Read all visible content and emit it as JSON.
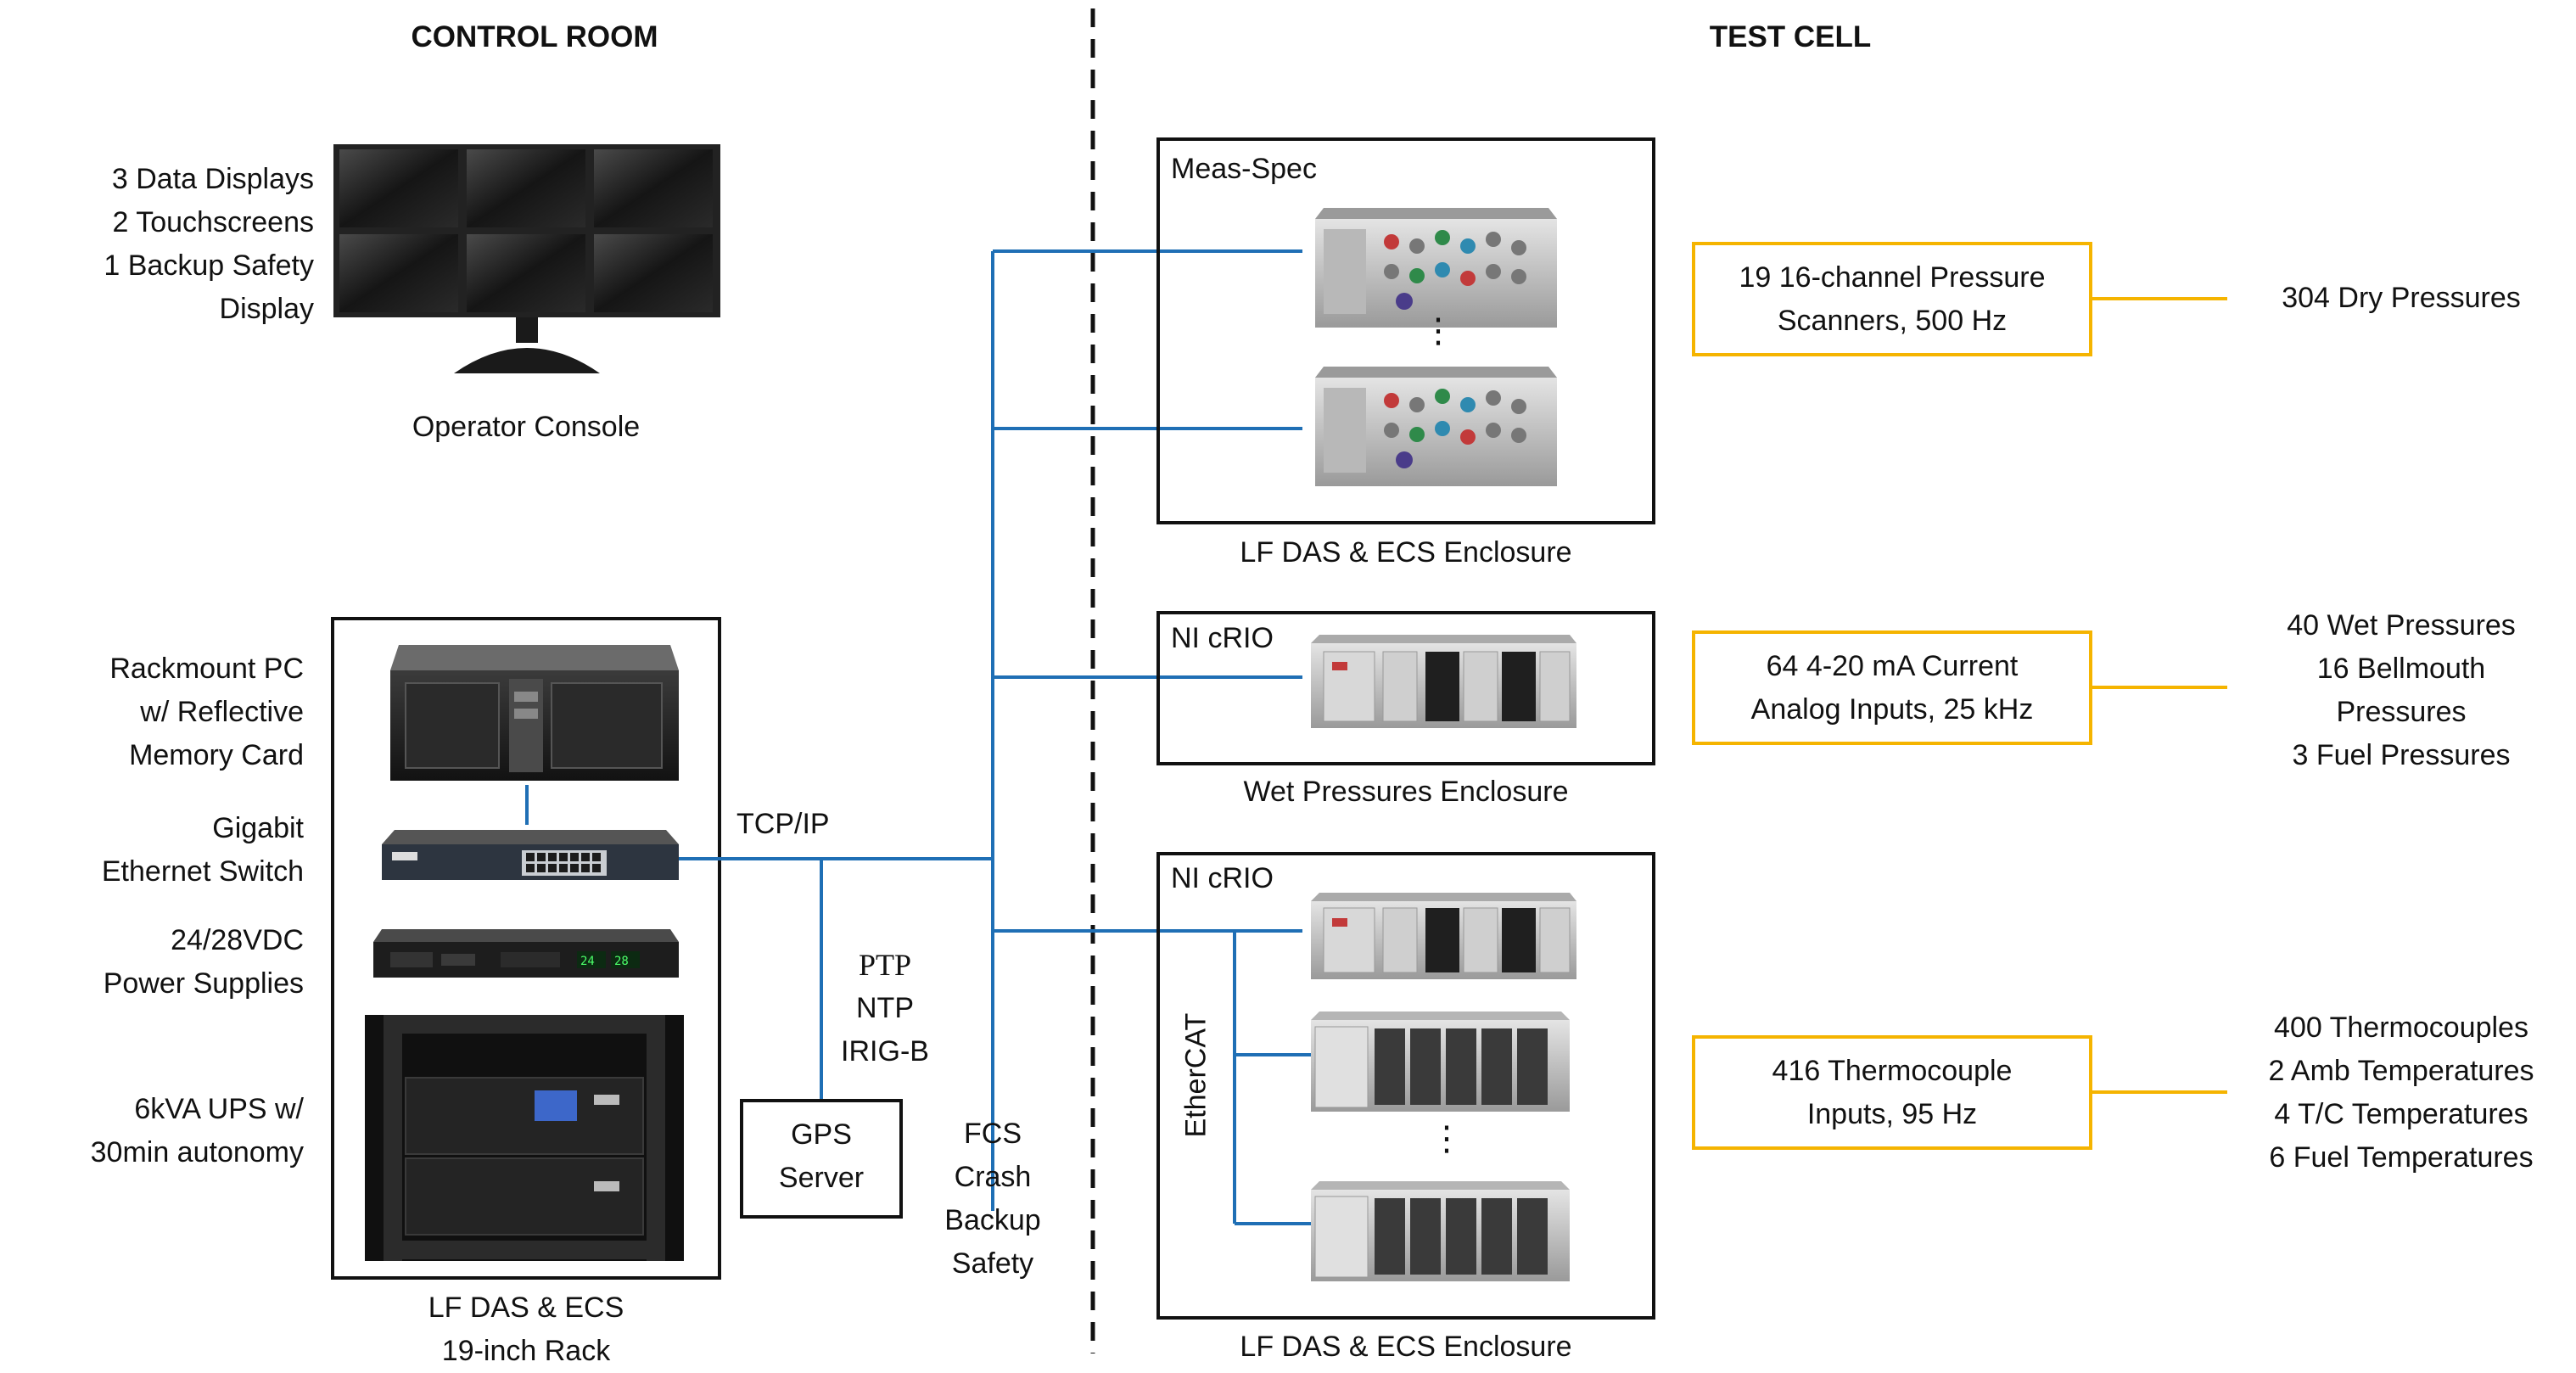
{
  "sections": {
    "control_room": "CONTROL ROOM",
    "test_cell": "TEST CELL"
  },
  "control_room": {
    "operator_console": {
      "caption": "Operator Console",
      "lines": [
        "3 Data Displays",
        "2 Touchscreens",
        "1 Backup Safety",
        "Display"
      ]
    },
    "rack": {
      "caption_lines": [
        "LF DAS & ECS",
        "19-inch Rack"
      ],
      "items": [
        {
          "lines": [
            "Rackmount PC",
            "w/ Reflective",
            "Memory Card"
          ]
        },
        {
          "lines": [
            "Gigabit",
            "Ethernet Switch"
          ]
        },
        {
          "lines": [
            "24/28VDC",
            "Power Supplies"
          ]
        },
        {
          "lines": [
            "6kVA UPS w/",
            "30min autonomy"
          ]
        }
      ]
    },
    "tcp_ip": "TCP/IP",
    "time_sync": [
      "PTP",
      "NTP",
      "IRIG-B"
    ],
    "gps_server": [
      "GPS",
      "Server"
    ],
    "fcs": [
      "FCS",
      "Crash",
      "Backup",
      "Safety"
    ]
  },
  "test_cell": {
    "meas_spec": {
      "label": "Meas-Spec",
      "caption": "LF DAS & ECS Enclosure",
      "spec": [
        "19 16-channel Pressure",
        "Scanners, 500 Hz"
      ],
      "outputs": [
        "304 Dry Pressures"
      ]
    },
    "wet_crio": {
      "label": "NI cRIO",
      "caption": "Wet Pressures Enclosure",
      "spec": [
        "64 4-20 mA Current",
        "Analog Inputs, 25 kHz"
      ],
      "outputs": [
        "40 Wet Pressures",
        "16 Bellmouth",
        "Pressures",
        "3 Fuel Pressures"
      ]
    },
    "tc_crio": {
      "label": "NI cRIO",
      "bus": "EtherCAT",
      "caption": "LF DAS & ECS Enclosure",
      "spec": [
        "416 Thermocouple",
        "Inputs, 95 Hz"
      ],
      "outputs": [
        "400 Thermocouples",
        "2 Amb Temperatures",
        "4 T/C Temperatures",
        "6 Fuel Temperatures"
      ]
    }
  },
  "ellipsis": "⋮",
  "colors": {
    "network_line": "#1f6fb5",
    "output_line": "#f5b400",
    "box_border": "#111111",
    "divider": "#111111"
  },
  "icons": {
    "monitor": "monitor-icon",
    "rack_pc": "rackmount-pc-icon",
    "switch": "ethernet-switch-icon",
    "power_supply": "power-supply-icon",
    "ups": "ups-icon",
    "scanner": "pressure-scanner-icon",
    "crio": "crio-chassis-icon",
    "ethercat": "ethercat-chassis-icon"
  }
}
